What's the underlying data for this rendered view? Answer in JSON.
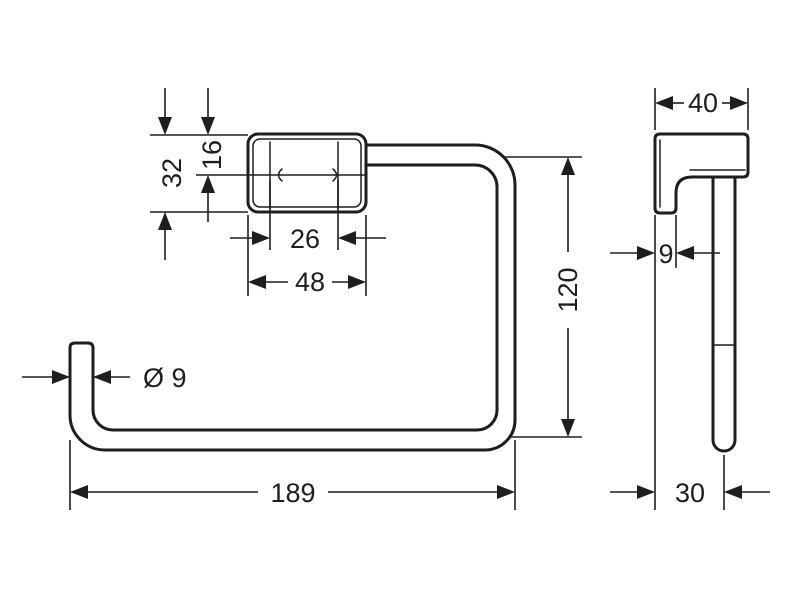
{
  "colors": {
    "ink": "#1e1e1e",
    "background": "#ffffff"
  },
  "front_view": {
    "dim_height_total": "32",
    "dim_height_upper": "16",
    "dim_inner_width": "26",
    "dim_mount_width": "48",
    "dim_ring_height": "120",
    "dim_tube_diameter": "Ø 9",
    "dim_overall_width": "189"
  },
  "side_view": {
    "dim_depth_mount": "40",
    "dim_bracket_thickness": "9",
    "dim_projection": "30"
  }
}
